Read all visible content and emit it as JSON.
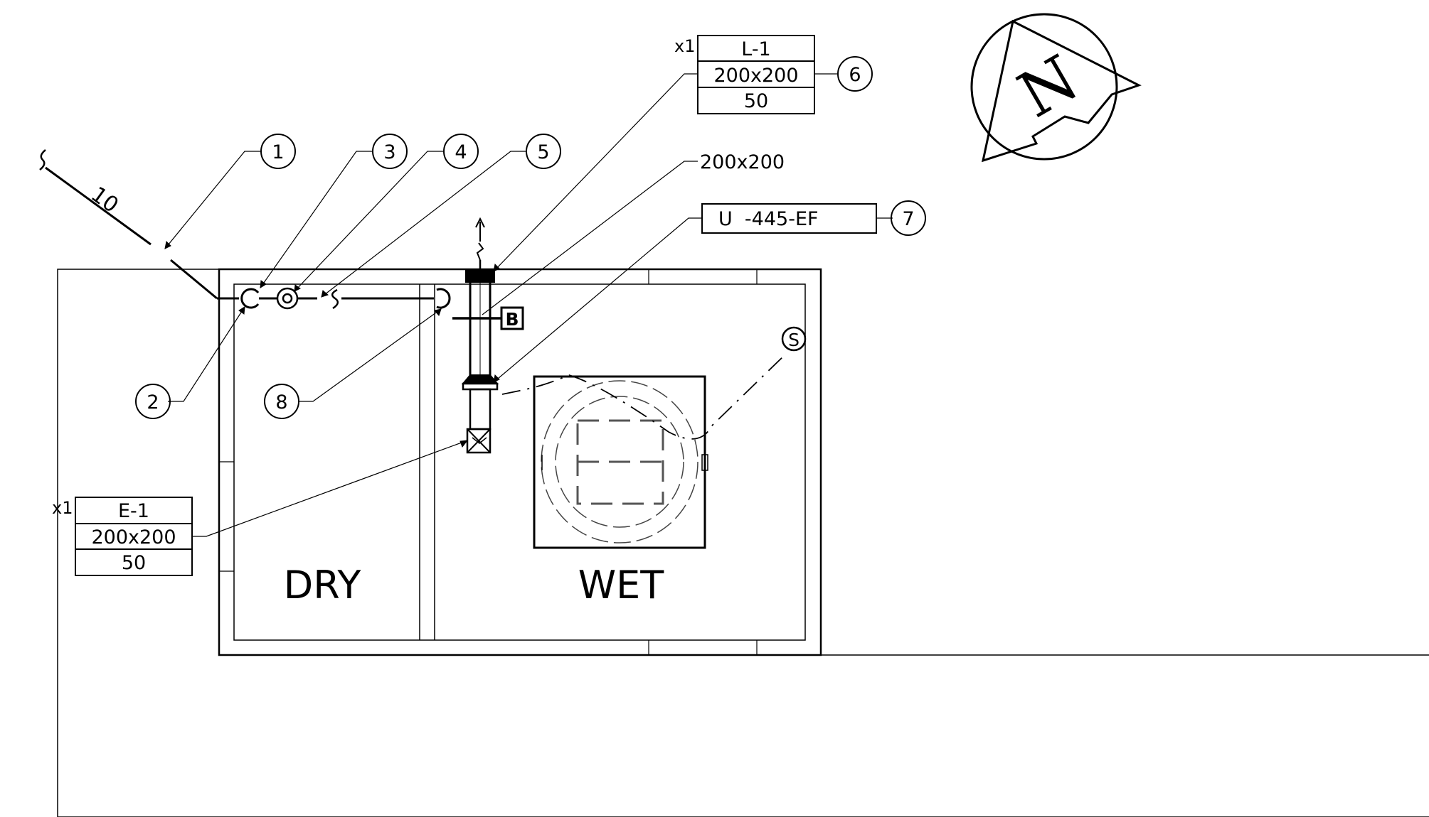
{
  "callouts": {
    "c1": "1",
    "c2": "2",
    "c3": "3",
    "c4": "4",
    "c5": "5",
    "c6": "6",
    "c7": "7",
    "c8": "8"
  },
  "pipe_label": "10",
  "louver": {
    "qty": "x1",
    "tag": "L-1",
    "size": "200x200",
    "flow": "50"
  },
  "exhaust_grille": {
    "qty": "x1",
    "tag": "E-1",
    "size": "200x200",
    "flow": "50"
  },
  "duct_size": "200x200",
  "fan_tag": "U  -445-EF",
  "box_tag": "B",
  "sensor_tag": "S",
  "rooms": {
    "dry": "DRY",
    "wet": "WET"
  },
  "north": "N",
  "colors": {
    "line": "#000000",
    "hidden": "#555555",
    "background": "#ffffff"
  }
}
